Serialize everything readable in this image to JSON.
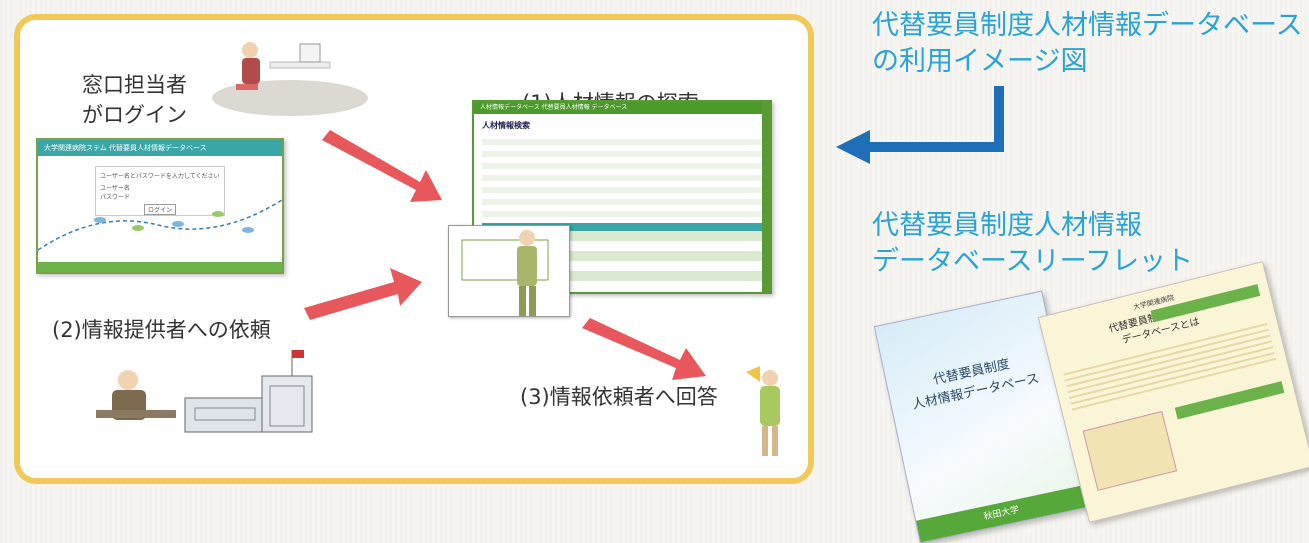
{
  "labels": {
    "login": [
      "窓口担当者",
      "がログイン"
    ],
    "search": "(1)人材情報の探索",
    "request": "(2)情報提供者への依頼",
    "answer": "(3)情報依頼者へ回答"
  },
  "right_panel": {
    "db_title": [
      "代替要員制度人材情報データベース",
      "の利用イメージ図"
    ],
    "leaflet_title": [
      "代替要員制度人材情報",
      "データベースリーフレット"
    ]
  },
  "screens": {
    "login_header": "大学関連病院ステム 代替要員人材情報データベース",
    "login_prompt": "ユーザー名とパスワードを入力してください",
    "login_user": "ユーザー名",
    "login_pass": "パスワード",
    "login_button": "ログイン",
    "search_header": "人材情報データベース 代替要員人材情報 データベース",
    "search_title": "人材情報検索"
  },
  "leaflet": {
    "cover_title": [
      "代替要員制度",
      "人材情報データベース"
    ],
    "cover_footer": "秋田大学",
    "inner_header": "大学関連病院",
    "inner_title": [
      "代替要員制度人材情報",
      "データベースとは"
    ]
  },
  "colors": {
    "frame": "#f0c95a",
    "accent_text": "#2aa3d6",
    "arrow_red": "#e8575b",
    "arrow_blue": "#1f6fb8",
    "screen_green": "#4d9a2c"
  }
}
